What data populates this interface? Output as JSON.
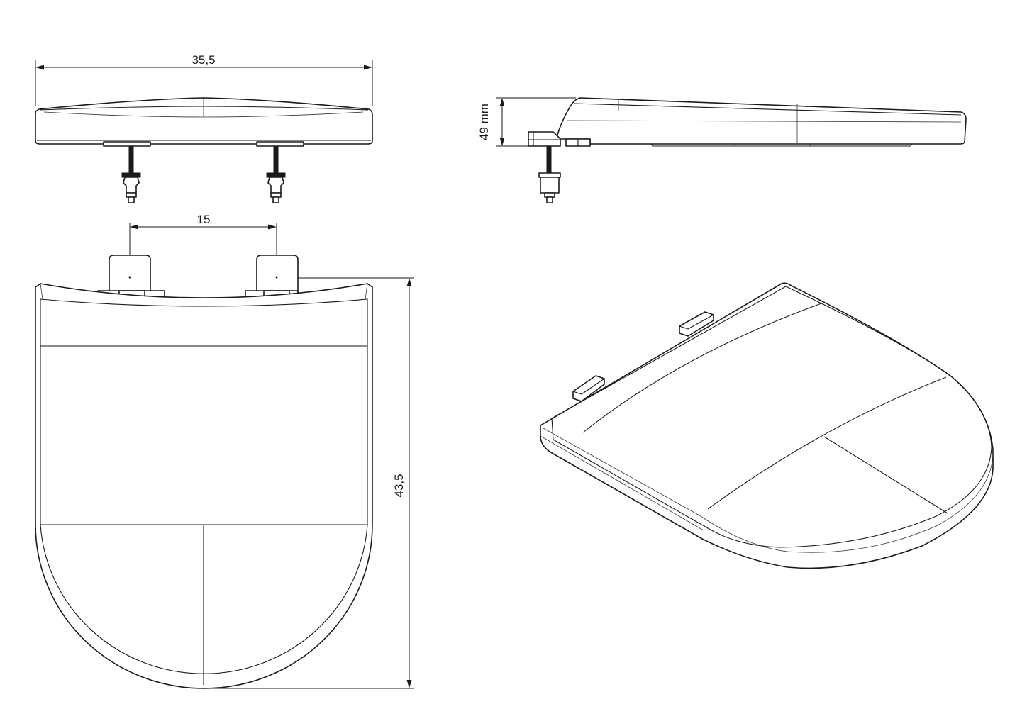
{
  "dimensions": {
    "width": "35,5",
    "height": "49 mm",
    "hinge_spacing": "15",
    "length": "43,5"
  }
}
